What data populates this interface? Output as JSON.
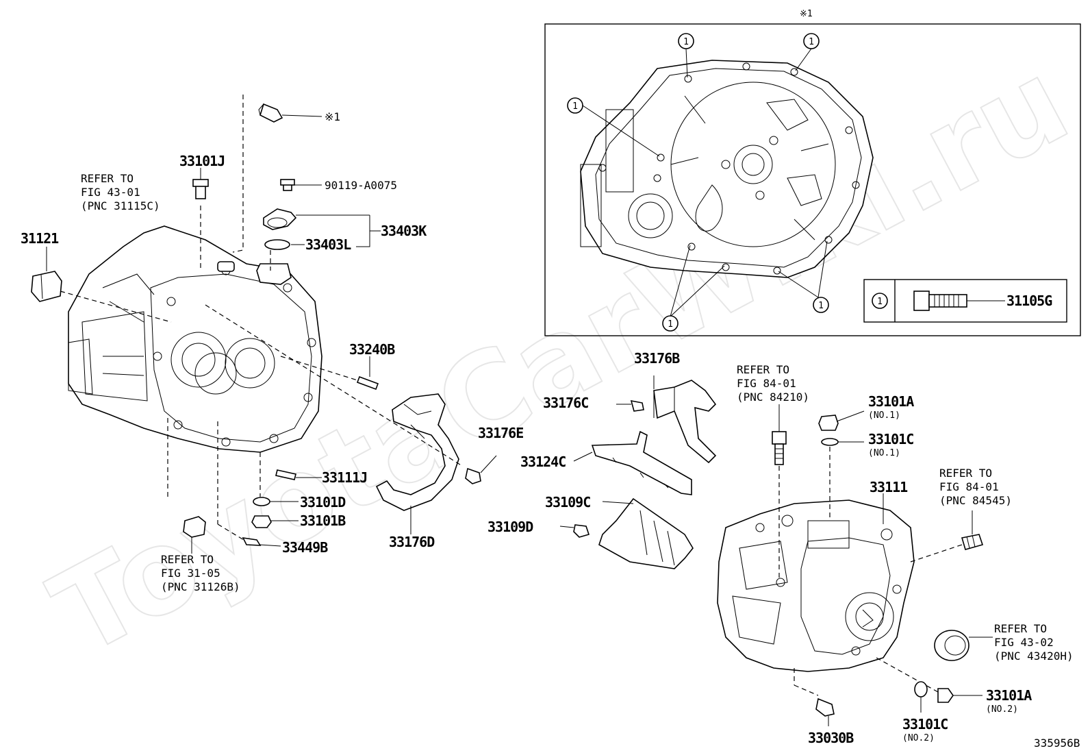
{
  "watermark": "ToyotaCarWiki.ru",
  "diagram_id": "335956B",
  "inset": {
    "marker": "※1",
    "circle_label": "1",
    "legend_circle": "1",
    "legend_part": "31105G"
  },
  "parts": {
    "p31121": "31121",
    "p33101J": "33101J",
    "p90119": "90119-A0075",
    "p33403K": "33403K",
    "p33403L": "33403L",
    "p33240B": "33240B",
    "p33176B": "33176B",
    "p33176C": "33176C",
    "p33176E": "33176E",
    "p33124C": "33124C",
    "p33109C": "33109C",
    "p33109D": "33109D",
    "p33111J": "33111J",
    "p33101D": "33101D",
    "p33101B": "33101B",
    "p33449B": "33449B",
    "p33176D": "33176D",
    "p33111": "33111",
    "p33101A1": "33101A",
    "p33101A1n": "(NO.1)",
    "p33101C1": "33101C",
    "p33101C1n": "(NO.1)",
    "p33101A2": "33101A",
    "p33101A2n": "(NO.2)",
    "p33101C2": "33101C",
    "p33101C2n": "(NO.2)",
    "p33030B": "33030B",
    "bolt_ref": "※1"
  },
  "refs": {
    "r1": [
      "REFER TO",
      "FIG 43-01",
      "(PNC 31115C)"
    ],
    "r2": [
      "REFER TO",
      "FIG 31-05",
      "(PNC 31126B)"
    ],
    "r3": [
      "REFER TO",
      "FIG 84-01",
      "(PNC 84210)"
    ],
    "r4": [
      "REFER TO",
      "FIG 84-01",
      "(PNC 84545)"
    ],
    "r5": [
      "REFER TO",
      "FIG 43-02",
      "(PNC 43420H)"
    ]
  }
}
